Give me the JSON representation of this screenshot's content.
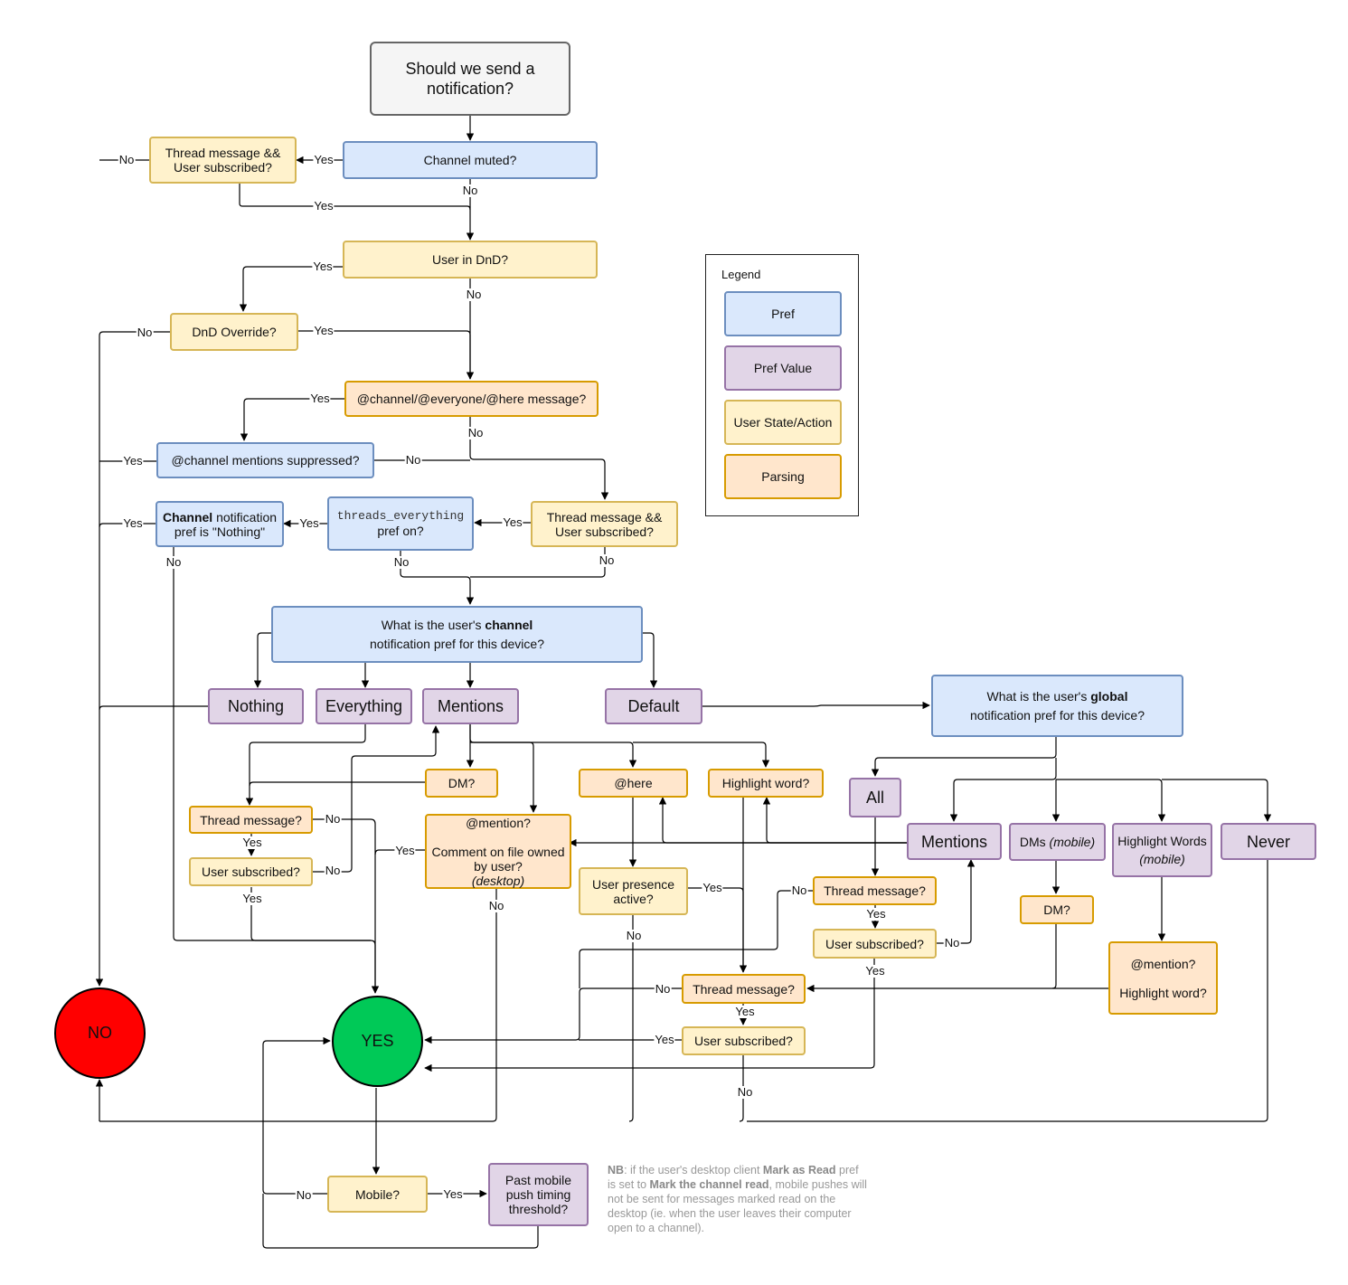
{
  "nodes": {
    "start": "Should we send a notification?",
    "channel_muted": "Channel muted?",
    "thread_sub_top": "Thread message && User subscribed?",
    "user_dnd": "User in DnD?",
    "dnd_override": "DnD Override?",
    "at_channel_msg": "@channel/@everyone/@here message?",
    "channel_mentions_suppressed": "@channel mentions suppressed?",
    "threads_everything_code": "threads_everything",
    "threads_everything_suffix": "pref on?",
    "channel_pref_nothing_bold": "Channel",
    "channel_pref_nothing_rest1": " notification",
    "channel_pref_nothing_rest2": "pref is \"Nothing\"",
    "thread_sub_mid": "Thread message && User subscribed?",
    "channel_pref_q_pre": "What is the user's ",
    "channel_pref_q_bold": "channel",
    "channel_pref_q_post": "notification pref for this device?",
    "opt_nothing": "Nothing",
    "opt_everything": "Everything",
    "opt_mentions": "Mentions",
    "opt_default": "Default",
    "global_pref_q_pre": "What is the user's ",
    "global_pref_q_bold": "global",
    "global_pref_q_post": "notification pref for this device?",
    "dm": "DM?",
    "at_here": "@here",
    "highlight_word": "Highlight word?",
    "thread_message_left": "Thread message?",
    "user_subscribed_left": "User subscribed?",
    "mention_file_l1": "@mention?",
    "mention_file_l2": "Comment on file owned by user?",
    "mention_file_l3": "(desktop)",
    "user_presence": "User presence active?",
    "g_all": "All",
    "g_mentions": "Mentions",
    "g_dms": "DMs",
    "g_dms_suffix": "(mobile)",
    "g_highlight": "Highlight Words",
    "g_highlight_suffix": "(mobile)",
    "g_never": "Never",
    "thread_message_right": "Thread message?",
    "user_subscribed_right": "User subscribed?",
    "dm_right": "DM?",
    "mention_highlight_l1": "@mention?",
    "mention_highlight_l2": "Highlight word?",
    "thread_message_bottom": "Thread message?",
    "user_subscribed_bottom": "User subscribed?",
    "mobile": "Mobile?",
    "past_mobile": "Past mobile push timing threshold?",
    "no_terminal": "NO",
    "yes_terminal": "YES"
  },
  "edge_labels": {
    "yes": "Yes",
    "no": "No"
  },
  "legend": {
    "title": "Legend",
    "pref": "Pref",
    "pref_value": "Pref Value",
    "user_state": "User State/Action",
    "parsing": "Parsing"
  },
  "note": {
    "nb": "NB",
    "t1": ": if the user's desktop client ",
    "b1": "Mark as Read",
    "t2": " pref is set to ",
    "b2": "Mark the channel read",
    "t3": ", mobile pushes will not be sent for messages marked read on the desktop (ie. when the user leaves their computer open to a channel)."
  },
  "colors": {
    "pref_fill": "#dae8fc",
    "pref_border": "#6c8ebf",
    "pref_value_fill": "#e1d5e7",
    "pref_value_border": "#9673a6",
    "user_state_fill": "#fff2cc",
    "user_state_border": "#d6b656",
    "parsing_fill": "#ffe6cc",
    "parsing_border": "#d79b00",
    "no_terminal": "#ff0000",
    "yes_terminal": "#00c957"
  }
}
